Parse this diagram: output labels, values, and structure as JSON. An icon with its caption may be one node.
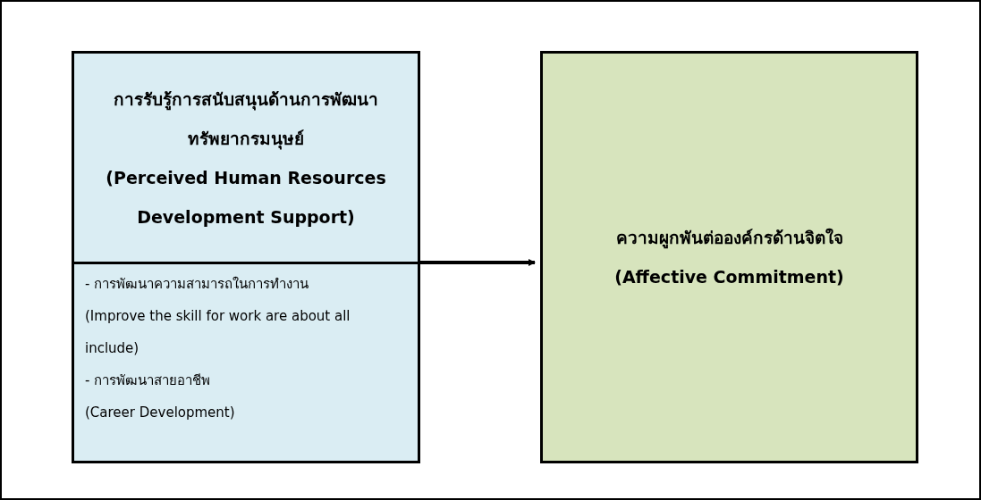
{
  "diagram": {
    "nodes": [
      {
        "text": [
          "การรับรู้การสนับสนุนด้านการพัฒนาทรัพยากรมนุษย์",
          "(Perceived Human Resources Development Support)",
          "- การพัฒนาความสามารถในการทำงาน",
          "(Improve the skill for work are about all include)",
          "- การพัฒนาสายอาชีพ",
          "(Career Development)"
        ]
      },
      {
        "text": [
          "ความผูกพันต่อองค์กรด้านจิตใจ",
          "(Affective Commitment)"
        ]
      }
    ],
    "edges": [
      {
        "from": 0,
        "to": 1,
        "arrow": "to"
      }
    ]
  }
}
